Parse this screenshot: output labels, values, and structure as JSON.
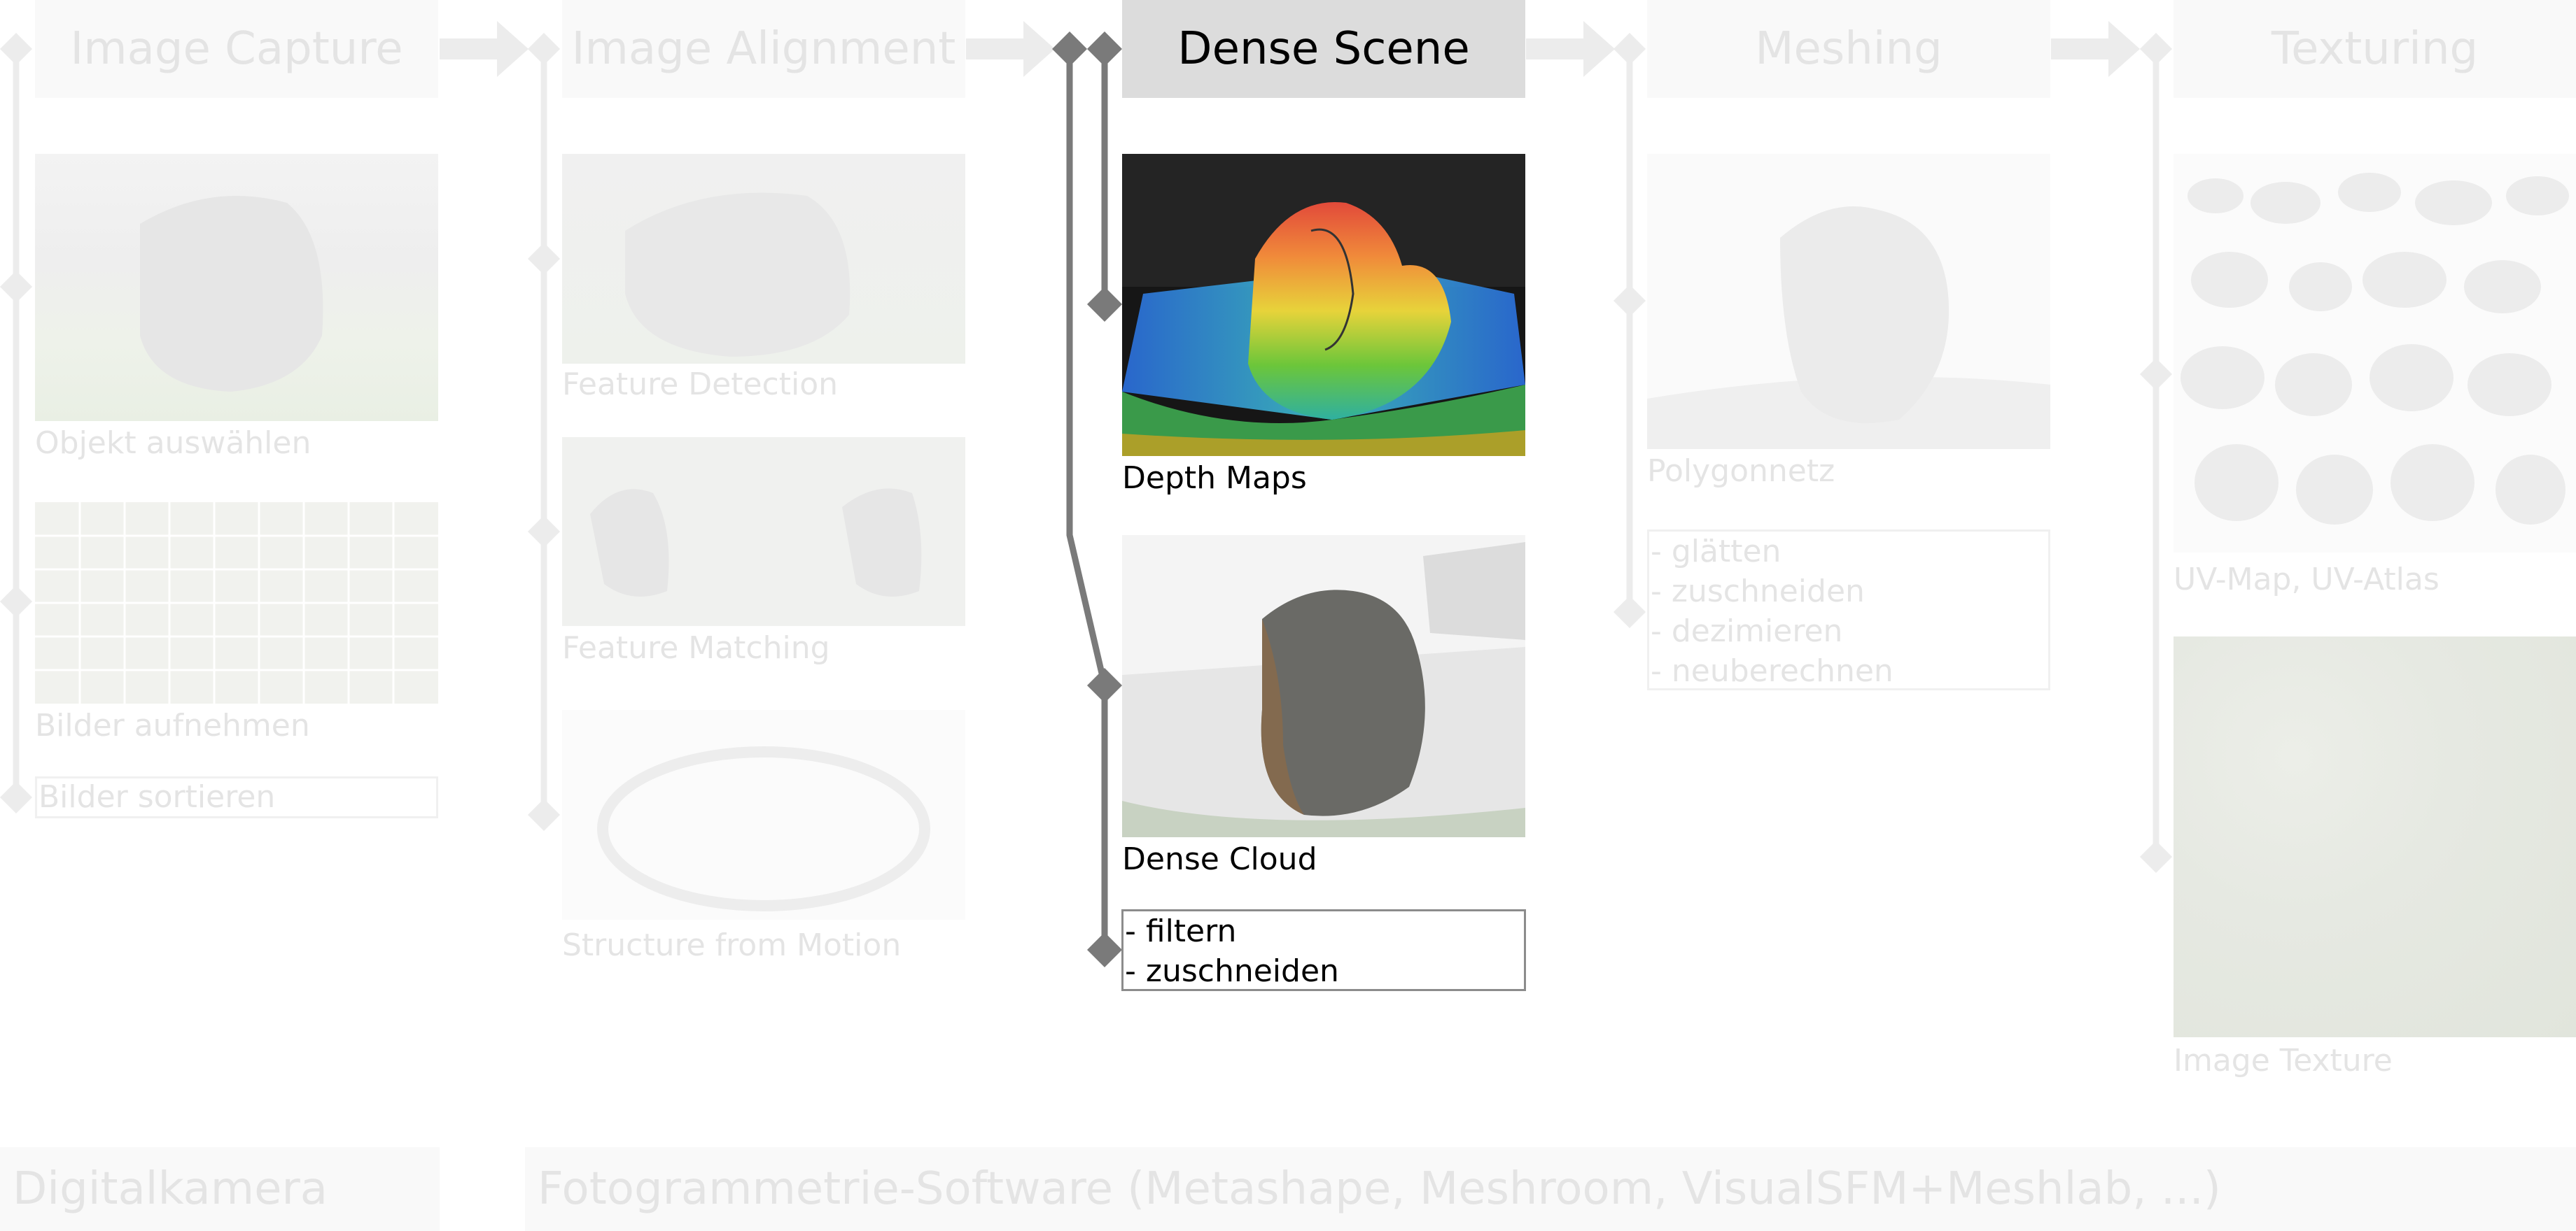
{
  "colors": {
    "active_text": "#000000",
    "faded_text": "#e4e4e4",
    "active_header_bg": "#dcdcdc",
    "faded_header_bg": "#f9f9f9",
    "active_line": "#7a7a7a",
    "faded_line": "#ececec"
  },
  "stages": [
    {
      "title": "Image Capture",
      "steps": [
        "Objekt auswählen",
        "Bilder aufnehmen"
      ],
      "box_items": [
        "Bilder sortieren"
      ]
    },
    {
      "title": "Image Alignment",
      "steps": [
        "Feature Detection",
        "Feature Matching",
        "Structure from Motion"
      ]
    },
    {
      "title": "Dense Scene",
      "active": true,
      "steps": [
        "Depth Maps",
        "Dense Cloud"
      ],
      "box_items": [
        "- filtern",
        "- zuschneiden"
      ]
    },
    {
      "title": "Meshing",
      "steps": [
        "Polygonnetz"
      ],
      "box_items": [
        "- glätten",
        "- zuschneiden",
        "- dezimieren",
        "- neuberechnen"
      ]
    },
    {
      "title": "Texturing",
      "steps": [
        "UV-Map, UV-Atlas",
        "Image Texture"
      ]
    }
  ],
  "footer": {
    "camera": "Digitalkamera",
    "software": "Fotogrammetrie-Software (Metashape, Meshroom, VisualSFM+Meshlab, ...)"
  }
}
